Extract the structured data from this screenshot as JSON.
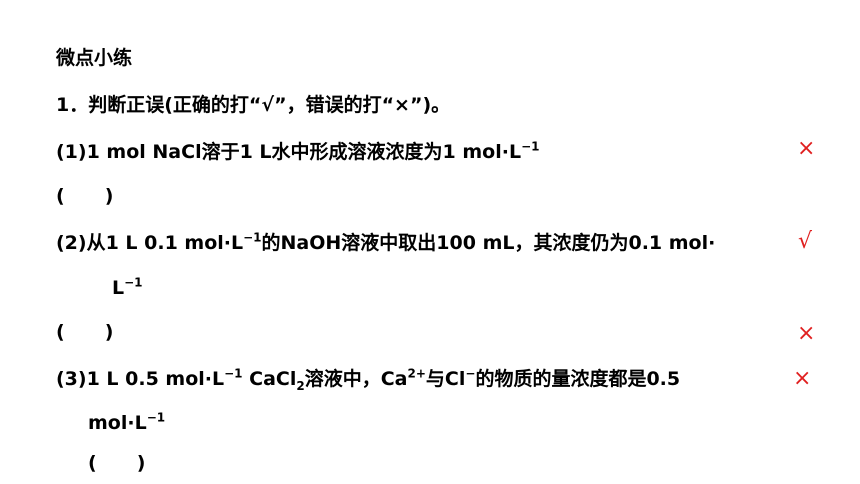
{
  "section_title": "微点小练",
  "question": {
    "number": "1．",
    "stem": "判断正误(正确的打“√”，错误的打“×”)。"
  },
  "items": [
    {
      "label": "(1)",
      "text_a": "1 mol NaCl溶于1 L水中形成溶液浓度为1 mol·L",
      "text_a_sup": "−1",
      "paren_open": "(",
      "paren_close": ")",
      "mark": "×"
    },
    {
      "label": "(2)",
      "text_a": "从1 L 0.1 mol·L",
      "text_a_sup": "−1",
      "text_b": "的NaOH溶液中取出100 mL，其浓度仍为0.1 mol·",
      "cont": "L",
      "cont_sup": "−1",
      "paren_open": "(",
      "paren_close": ")",
      "mark": "√"
    },
    {
      "label": "(3)",
      "text_a": "1 L 0.5 mol·L",
      "text_a_sup": "−1",
      "text_b": " CaCl",
      "text_b_sub": "2",
      "text_c": "溶液中，Ca",
      "text_c_sup": "2+",
      "text_d": "与Cl",
      "text_d_sup": "−",
      "text_e": "的物质的量浓度都是0.5",
      "cont": "mol·L",
      "cont_sup": "−1",
      "paren_open": "(",
      "paren_close": ")",
      "mark_between": "×",
      "mark": "×"
    }
  ],
  "colors": {
    "text": "#000000",
    "mark": "#e02020",
    "background": "#ffffff"
  }
}
